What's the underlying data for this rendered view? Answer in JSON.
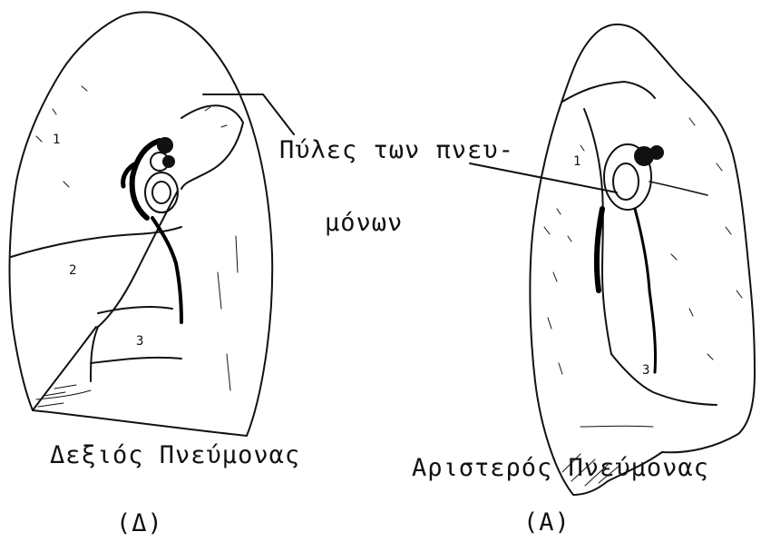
{
  "annotation": {
    "line1": "Πύλες των πνευ-",
    "line2": "μόνων"
  },
  "right_lung": {
    "name": "Δεξιός Πνεύμονας",
    "code": "(Δ)",
    "lobe_numbers": [
      "1",
      "2",
      "3"
    ]
  },
  "left_lung": {
    "name": "Αριστερός Πνεύμονας",
    "code": "(Α)",
    "lobe_numbers": [
      "1",
      "3"
    ]
  },
  "colors": {
    "ink": "#111111",
    "background": "#ffffff"
  }
}
